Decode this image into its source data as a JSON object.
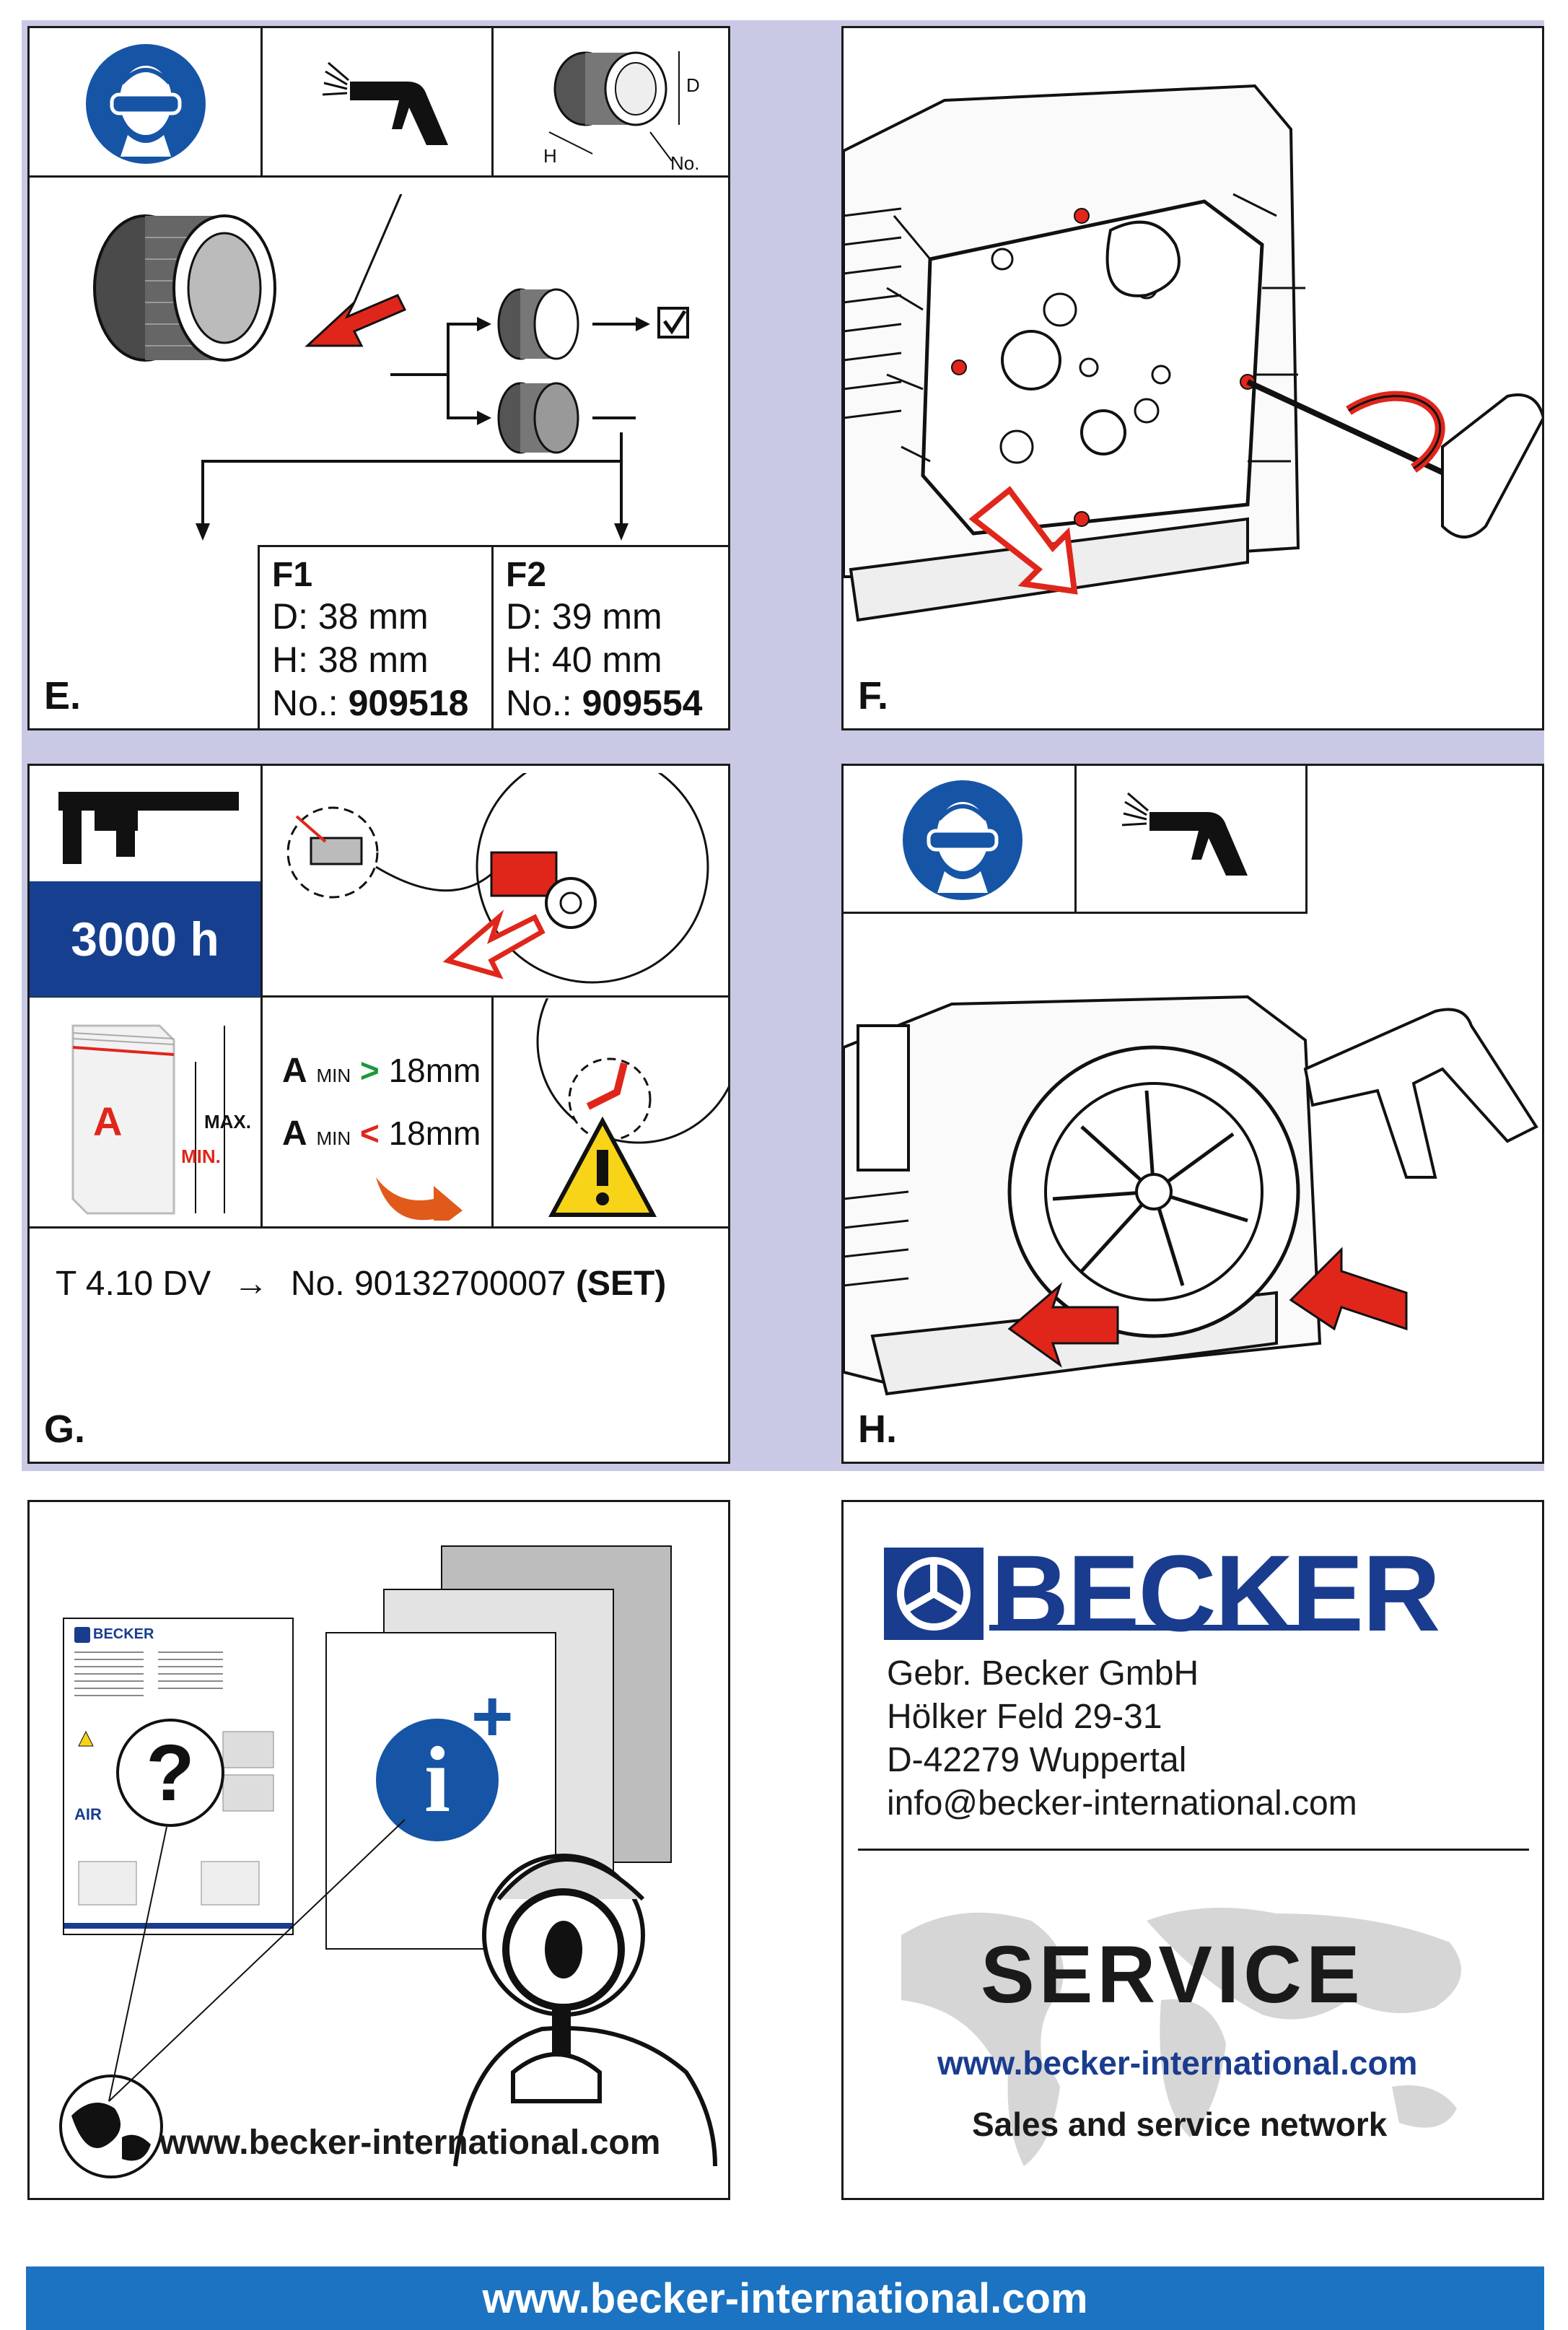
{
  "panel_e": {
    "letter": "E.",
    "dims": {
      "d": "D",
      "h": "H",
      "no": "No."
    },
    "f1": {
      "title": "F1",
      "d": "D: 38 mm",
      "h": "H: 38 mm",
      "no_label": "No.:",
      "no_value": "909518"
    },
    "f2": {
      "title": "F2",
      "d": "D: 39 mm",
      "h": "H: 40 mm",
      "no_label": "No.:",
      "no_value": "909554"
    }
  },
  "panel_f": {
    "letter": "F."
  },
  "panel_g": {
    "letter": "G.",
    "hours": "3000 h",
    "wear_labels": {
      "a": "A",
      "max": "MAX.",
      "min": "MIN."
    },
    "amin_gt": {
      "a": "A",
      "sub": "MIN",
      "op": ">",
      "value": "18mm"
    },
    "amin_lt": {
      "a": "A",
      "sub": "MIN",
      "op": "<",
      "value": "18mm"
    },
    "set_model": "T 4.10 DV",
    "set_arrow": "→",
    "set_no": "No. 90132700007",
    "set_label": "(SET)"
  },
  "panel_h": {
    "letter": "H."
  },
  "info_panel": {
    "manual_brand": "BECKER",
    "manual_air": "AIR",
    "question": "?",
    "info_letter": "i",
    "plus": "+",
    "url": "www.becker-international.com"
  },
  "contact": {
    "brand": "BECKER",
    "company": "Gebr. Becker GmbH",
    "street": "Hölker Feld 29-31",
    "city": "D-42279 Wuppertal",
    "email": "info@becker-international.com",
    "service": "SERVICE",
    "service_url": "www.becker-international.com",
    "network": "Sales and service network"
  },
  "footer": {
    "url": "www.becker-international.com"
  },
  "colors": {
    "brand_blue": "#1a3c8f",
    "footer_blue": "#1b73c1",
    "red": "#e0261b",
    "green": "#1a9a3a",
    "warning_yellow": "#f7d417",
    "frame": "#c9c9e6"
  }
}
